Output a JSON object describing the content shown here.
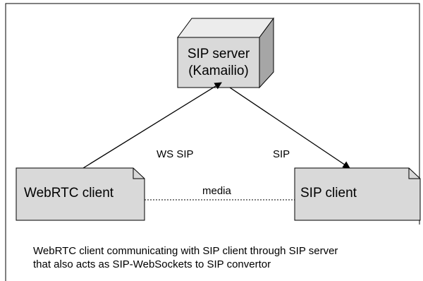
{
  "diagram": {
    "nodes": {
      "sip_server": {
        "line1": "SIP server",
        "line2": "(Kamailio)"
      },
      "webrtc_client": {
        "label": "WebRTC client"
      },
      "sip_client": {
        "label": "SIP client"
      }
    },
    "edges": {
      "ws_sip": "WS SIP",
      "sip": "SIP",
      "media": "media"
    }
  },
  "caption": {
    "line1": "WebRTC client communicating with SIP client through SIP server",
    "line2": "that also acts as SIP-WebSockets to SIP convertor"
  },
  "colors": {
    "node_fill": "#d9d9d9",
    "cube_top": "#ececec",
    "cube_side": "#a6a6a6",
    "stroke": "#000000"
  }
}
